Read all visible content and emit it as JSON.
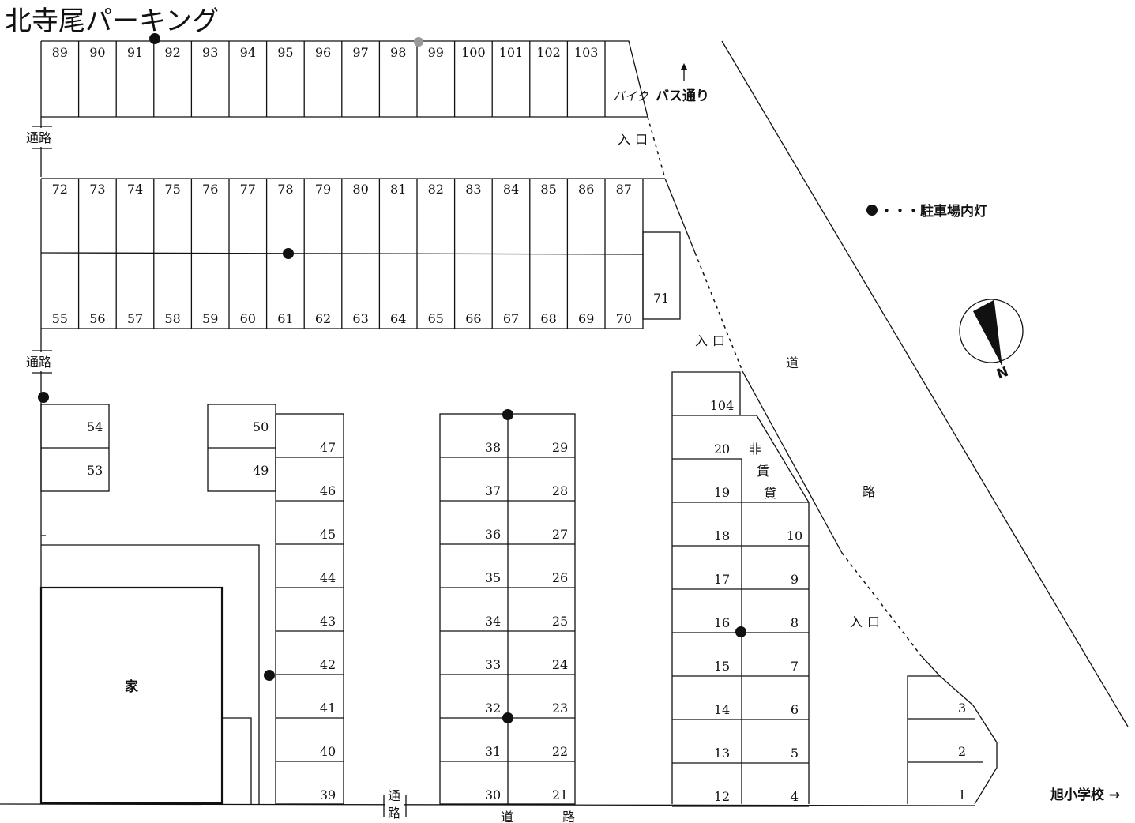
{
  "title": "北寺尾パーキング",
  "legend": {
    "light_label": "・・・駐車場内灯"
  },
  "labels": {
    "bus_street": "バス通り",
    "bike": "バイク",
    "entrance": "入口",
    "passage": "通路",
    "road_char_1": "道",
    "road_char_2": "路",
    "house": "家",
    "not_for_rent_1": "非",
    "not_for_rent_2": "賃",
    "not_for_rent_3": "貸",
    "school": "旭小学校 →",
    "north": "N"
  },
  "spaces": {
    "row_top": [
      "89",
      "90",
      "91",
      "92",
      "93",
      "94",
      "95",
      "96",
      "97",
      "98",
      "99",
      "100",
      "101",
      "102",
      "103"
    ],
    "row_second": [
      "72",
      "73",
      "74",
      "75",
      "76",
      "77",
      "78",
      "79",
      "80",
      "81",
      "82",
      "83",
      "84",
      "85",
      "86",
      "87"
    ],
    "row_third": [
      "55",
      "56",
      "57",
      "58",
      "59",
      "60",
      "61",
      "62",
      "63",
      "64",
      "65",
      "66",
      "67",
      "68",
      "69",
      "70"
    ],
    "side_71": "71",
    "left_pair": [
      "54",
      "53"
    ],
    "mid_pair": [
      "50",
      "49"
    ],
    "col_47_39": [
      "47",
      "46",
      "45",
      "44",
      "43",
      "42",
      "41",
      "40",
      "39"
    ],
    "col_38_30": [
      "38",
      "37",
      "36",
      "35",
      "34",
      "33",
      "32",
      "31",
      "30"
    ],
    "col_29_21": [
      "29",
      "28",
      "27",
      "26",
      "25",
      "24",
      "23",
      "22",
      "21"
    ],
    "col_104_12": [
      "104",
      "20",
      "19",
      "18",
      "17",
      "16",
      "15",
      "14",
      "13",
      "12"
    ],
    "col_10_4": [
      "10",
      "9",
      "8",
      "7",
      "6",
      "5",
      "4"
    ],
    "col_3_1": [
      "3",
      "2",
      "1"
    ]
  }
}
